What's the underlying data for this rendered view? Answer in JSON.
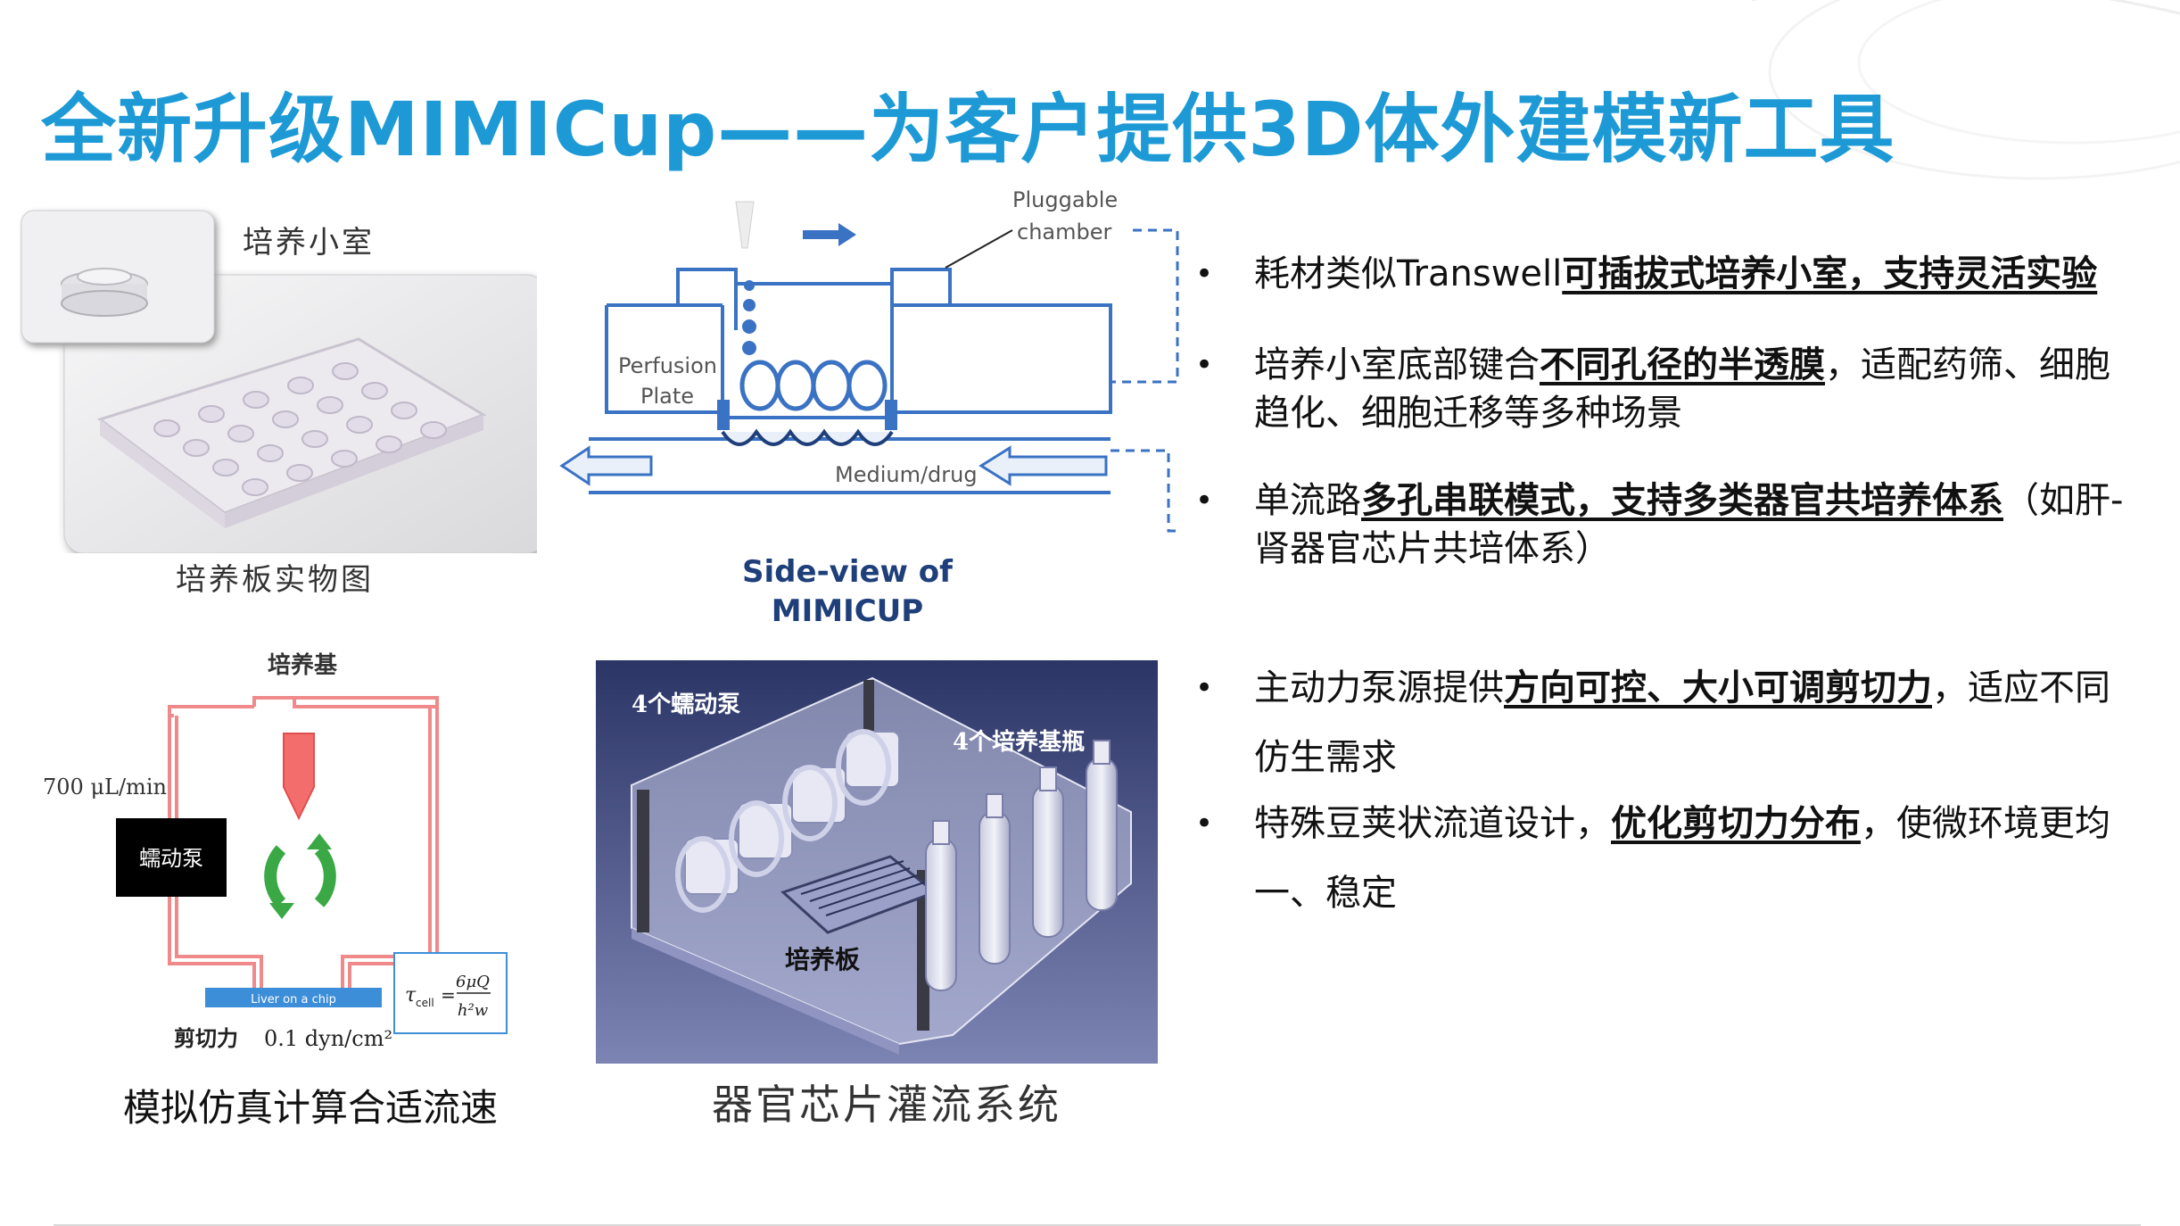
{
  "title": "全新升级MIMICup——为客户提供3D体外建模新工具",
  "panels": {
    "plate_photo": {
      "chamber_caption": "培养小室",
      "caption": "培养板实物图"
    },
    "side_view": {
      "pluggable_label_1": "Pluggable",
      "pluggable_label_2": "chamber",
      "perfusion_label_1": "Perfusion",
      "perfusion_label_2": "Plate",
      "medium_label": "Medium/drug",
      "caption_1": "Side-view of",
      "caption_2": "MIMICUP"
    },
    "flow_sim": {
      "medium_label": "培养基",
      "flow_rate": "700 μL/min",
      "pump_label": "蠕动泵",
      "chip_label": "Liver on a chip",
      "formula_lhs": "τ",
      "formula_sub": "cell",
      "formula_num": "6μQ",
      "formula_den": "h²w",
      "shear_label": "剪切力",
      "shear_value": "0.1 dyn/cm²",
      "caption": "模拟仿真计算合适流速"
    },
    "perfusion_system": {
      "pumps_label": "4个蠕动泵",
      "bottles_label": "4个培养基瓶",
      "plate_label": "培养板",
      "caption": "器官芯片灌流系统"
    }
  },
  "bullets": [
    {
      "pre": "耗材类似Transwell",
      "hl": "可插拔式培养小室，支持灵活实验",
      "post": ""
    },
    {
      "pre": "培养小室底部键合",
      "hl": "不同孔径的半透膜",
      "post": "，适配药筛、细胞趋化、细胞迁移等多种场景"
    },
    {
      "pre": "单流路",
      "hl": "多孔串联模式，支持多类器官共培养体系",
      "post": "（如肝-肾器官芯片共培体系）"
    },
    {
      "pre": "主动力泵源提供",
      "hl": "方向可控、大小可调剪切力",
      "post": "，适应不同仿生需求"
    },
    {
      "pre": "特殊豆荚状流道设计，",
      "hl": "优化剪切力分布",
      "post": "，使微环境更均一、稳定"
    }
  ],
  "bullet_symbol": "•",
  "colors": {
    "title": "#1d9ad6",
    "diagram_blue": "#3a72c4",
    "chip_blue": "#3d8ed8",
    "loop_red": "#f08a8a",
    "arrow_green": "#3aa845",
    "render_bg": "#2e3a6e"
  }
}
